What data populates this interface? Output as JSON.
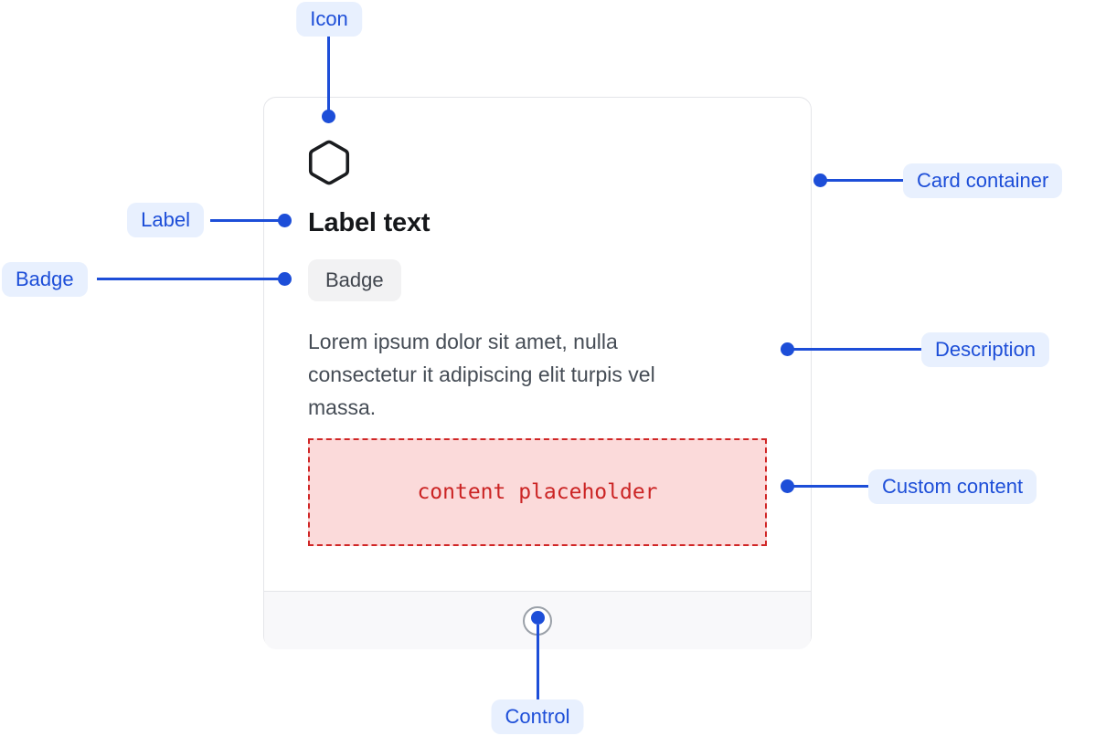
{
  "annotations": {
    "icon": "Icon",
    "label": "Label",
    "badge": "Badge",
    "card_container": "Card container",
    "description": "Description",
    "custom_content": "Custom content",
    "control": "Control"
  },
  "card": {
    "icon": "hexagon-icon",
    "label_text": "Label text",
    "badge_text": "Badge",
    "description_lines": [
      "Lorem ipsum dolor sit amet, nulla",
      "consectetur it adipiscing elit turpis vel",
      "massa."
    ],
    "placeholder_text": "content placeholder"
  },
  "colors": {
    "annotation_blue": "#1d4ed8",
    "annotation_pill_bg": "#e8f0fe",
    "card_border": "#e4e5e9",
    "footer_bg": "#f8f8fa",
    "badge_bg": "#f2f2f3",
    "badge_text": "#40454d",
    "description_text": "#454c55",
    "placeholder_red": "#cb2424",
    "placeholder_border": "#d02626",
    "placeholder_bg": "#fbdada",
    "control_ring": "#9aa0a8"
  }
}
